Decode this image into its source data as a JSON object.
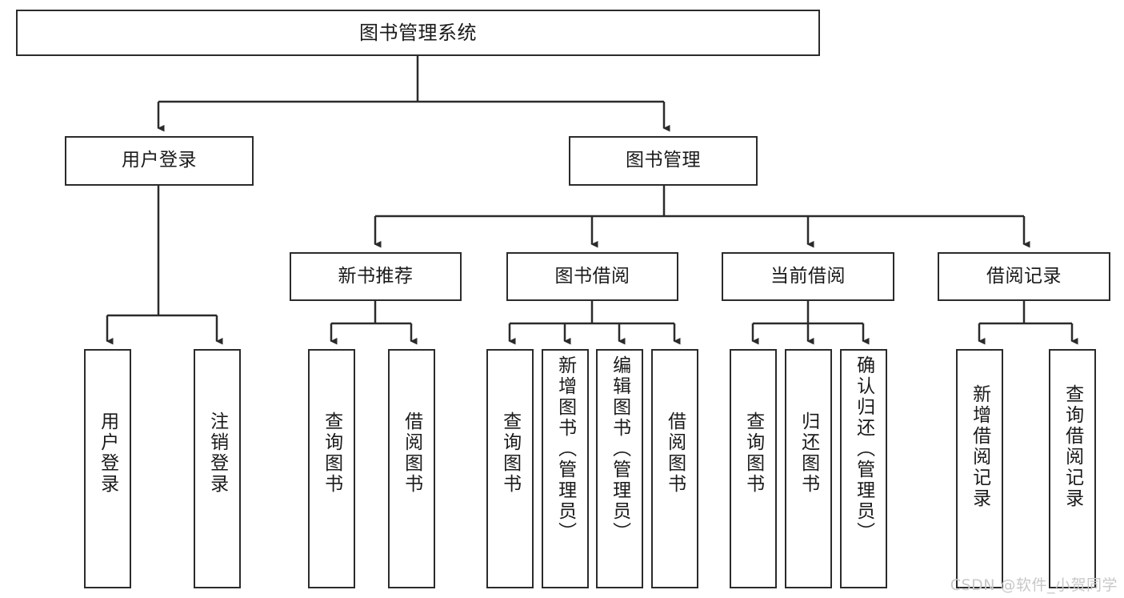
{
  "diagram": {
    "title": "图书管理系统",
    "type": "tree",
    "stroke_color": "#2b2b2b",
    "fill_color": "#ffffff",
    "text_color": "#1a1a1a"
  },
  "root": {
    "label": "图书管理系统"
  },
  "level2": [
    {
      "label": "用户登录"
    },
    {
      "label": "图书管理"
    }
  ],
  "level3": [
    {
      "label": "新书推荐"
    },
    {
      "label": "图书借阅"
    },
    {
      "label": "当前借阅"
    },
    {
      "label": "借阅记录"
    }
  ],
  "leaves": {
    "user_login": [
      {
        "label": "用户登录"
      },
      {
        "label": "注销登录"
      }
    ],
    "new_book_recommend": [
      {
        "label": "查询图书"
      },
      {
        "label": "借阅图书"
      }
    ],
    "book_borrow": [
      {
        "label": "查询图书"
      },
      {
        "label": "新增图书（管理员）"
      },
      {
        "label": "编辑图书（管理员）"
      },
      {
        "label": "借阅图书"
      }
    ],
    "current_borrow": [
      {
        "label": "查询图书"
      },
      {
        "label": "归还图书"
      },
      {
        "label": "确认归还（管理员）"
      }
    ],
    "borrow_record": [
      {
        "label": "新增借阅记录"
      },
      {
        "label": "查询借阅记录"
      }
    ]
  },
  "watermark": {
    "text": "CSDN @软件_小贺同学"
  }
}
